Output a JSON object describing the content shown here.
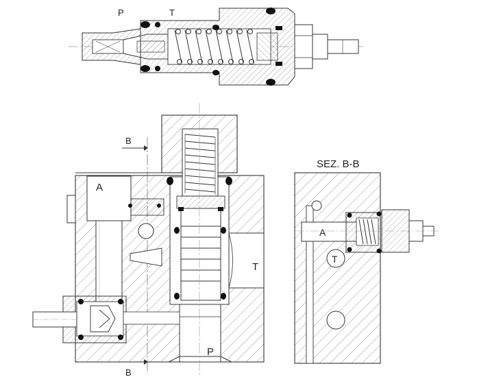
{
  "labels": {
    "top_port_p": "P",
    "top_port_t": "T",
    "section_mark_top": "B",
    "section_mark_bottom": "B",
    "port_a_main": "A",
    "port_t_main": "T",
    "port_p_main": "P",
    "section_title": "SEZ. B-B",
    "port_a_section": "A",
    "port_t_section": "T"
  },
  "colors": {
    "ink": "#333333",
    "hatch": "#8a8a8a",
    "seal": "#111111",
    "background": "#ffffff"
  }
}
